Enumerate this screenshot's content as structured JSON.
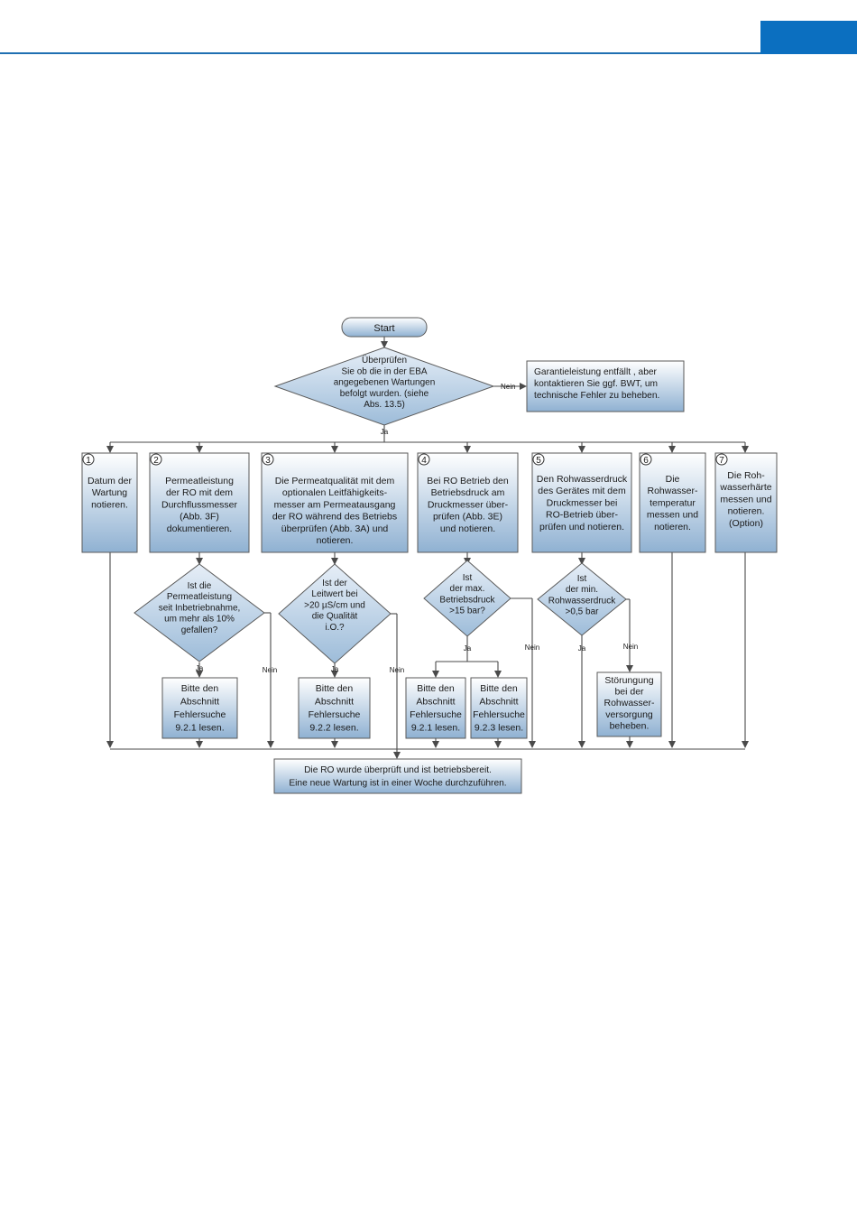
{
  "colors": {
    "header_accent": "#0b6fc0",
    "box_fill_top": "#ffffff",
    "box_fill_bottom": "#8fb1d2",
    "line": "#4a4a4a"
  },
  "start": "Start",
  "decision_main": [
    "Überprüfen",
    "Sie ob die in der EBA",
    "angegebenen Wartungen",
    "befolgt wurden. (siehe",
    "Abs. 13.5)"
  ],
  "decision_main_no": "Nein",
  "decision_main_yes": "Ja",
  "warranty_box": [
    "Garantieleistung entfällt , aber",
    "kontaktieren Sie ggf. BWT, um",
    "technische Fehler zu beheben."
  ],
  "steps": [
    {
      "num": "1",
      "lines": [
        "Datum der",
        "Wartung",
        "notieren."
      ]
    },
    {
      "num": "2",
      "lines": [
        "Permeatleistung",
        "der RO mit dem",
        "Durchflussmesser",
        "(Abb. 3F)",
        "dokumentieren."
      ]
    },
    {
      "num": "3",
      "lines": [
        "Die Permeatqualität mit dem",
        "optionalen Leitfähigkeits-",
        "messer am Permeatausgang",
        "der RO während des Betriebs",
        "überprüfen (Abb. 3A) und",
        "notieren."
      ]
    },
    {
      "num": "4",
      "lines": [
        "Bei RO Betrieb den",
        "Betriebsdruck am",
        "Druckmesser über-",
        "prüfen (Abb. 3E)",
        "und notieren."
      ]
    },
    {
      "num": "5",
      "lines": [
        "Den Rohwasserdruck",
        "des Gerätes mit dem",
        "Druckmesser bei",
        "RO-Betrieb über-",
        "prüfen und notieren."
      ]
    },
    {
      "num": "6",
      "lines": [
        "Die",
        "Rohwasser-",
        "temperatur",
        "messen und",
        "notieren."
      ]
    },
    {
      "num": "7",
      "lines": [
        "Die Roh-",
        "wasserhärte",
        "messen und",
        "notieren.",
        "(Option)"
      ]
    }
  ],
  "decisions": [
    {
      "lines": [
        "Ist die",
        "Permeatleistung",
        "seit Inbetriebnahme,",
        "um mehr als 10%",
        "gefallen?"
      ],
      "yes": "Ja",
      "no": "Nein"
    },
    {
      "lines": [
        "Ist der",
        "Leitwert bei",
        ">20  µS/cm und",
        "die Qualität",
        "i.O.?"
      ],
      "yes": "Ja",
      "no": "Nein"
    },
    {
      "lines": [
        "Ist",
        "der max.",
        "Betriebsdruck",
        ">15 bar?"
      ],
      "yes": "Ja",
      "no": "Nein"
    },
    {
      "lines": [
        "Ist",
        "der min.",
        "Rohwasserdruck",
        ">0,5 bar"
      ],
      "yes": "Ja",
      "no": "Nein"
    }
  ],
  "action_boxes": [
    {
      "lines": [
        "Bitte den",
        "Abschnitt",
        "Fehlersuche",
        "9.2.1 lesen."
      ]
    },
    {
      "lines": [
        "Bitte den",
        "Abschnitt",
        "Fehlersuche",
        "9.2.2 lesen."
      ]
    },
    {
      "lines": [
        "Bitte den",
        "Abschnitt",
        "Fehlersuche",
        "9.2.1 lesen."
      ]
    },
    {
      "lines": [
        "Bitte den",
        "Abschnitt",
        "Fehlersuche",
        "9.2.3 lesen."
      ]
    },
    {
      "lines": [
        "Störungung",
        "bei der",
        "Rohwasser-",
        "versorgung",
        "beheben."
      ]
    }
  ],
  "final_box": [
    "Die RO wurde überprüft und ist betriebsbereit.",
    "Eine neue Wartung ist in einer Woche durchzuführen."
  ]
}
